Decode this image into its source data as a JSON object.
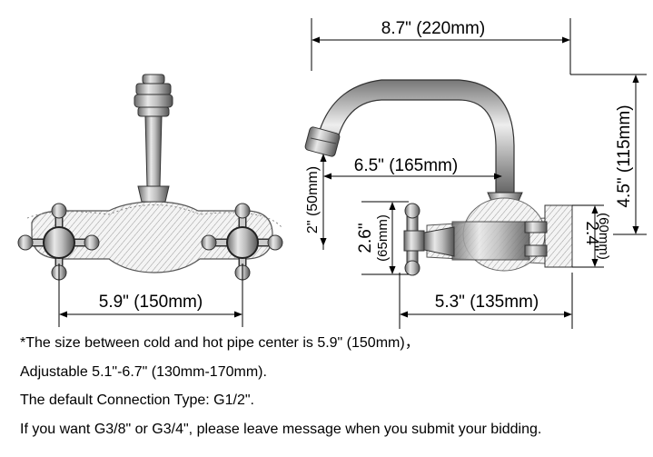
{
  "dimensions": {
    "width_total": "8.7\" (220mm)",
    "height_spout": "4.5\" (115mm)",
    "spout_reach": "6.5\" (165mm)",
    "spout_rise": "2\" (50mm)",
    "body_height": "2.6\"",
    "body_height_mm": "(65mm)",
    "flange_height": "2.4\"",
    "flange_height_mm": "(60mm)",
    "center_distance": "5.9\" (150mm)",
    "depth": "5.3\" (135mm)"
  },
  "notes": [
    "*The size between cold and hot pipe center is 5.9\" (150mm)，",
    "Adjustable 5.1\"-6.7\" (130mm-170mm).",
    "The default Connection Type: G1/2\".",
    "If you want G3/8\" or G3/4\", please leave message when you submit your bidding."
  ]
}
